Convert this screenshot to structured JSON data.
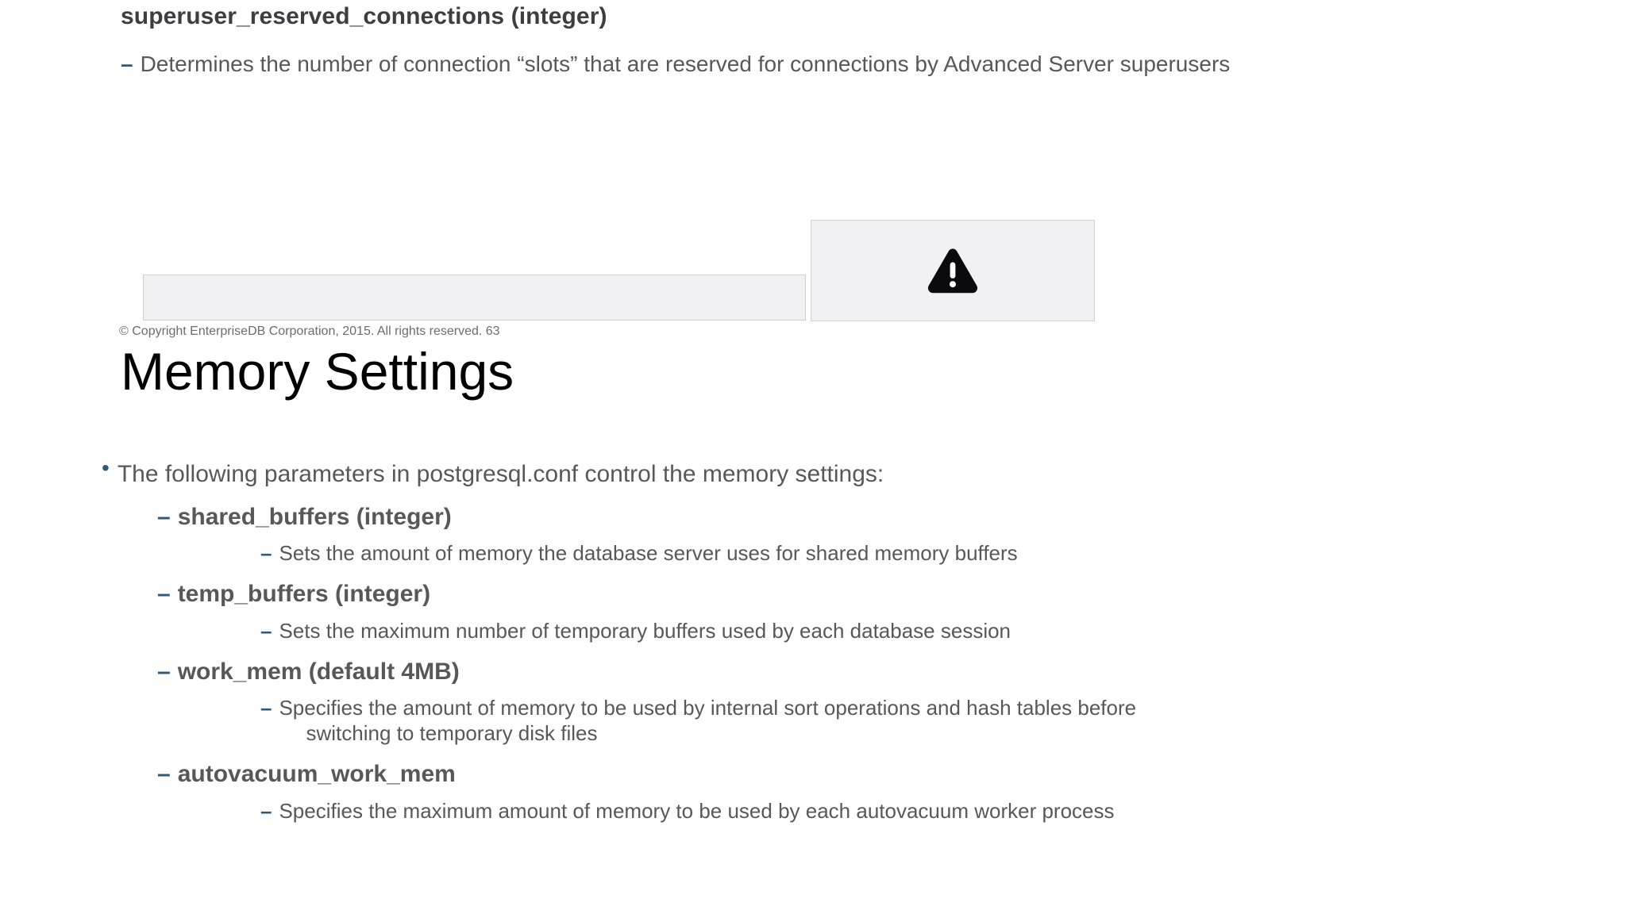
{
  "slide_top": {
    "param_title": "superuser_reserved_connections (integer)",
    "param_desc": "Determines the number of connection “slots” that are reserved for connections by  Advanced Server superusers",
    "dash_bullet": "–",
    "warning_icon": "warning-triangle-icon",
    "footer": "© Copyright EnterpriseDB Corporation, 2015. All rights reserved. 63",
    "placeholder_wide_label": "",
    "placeholder_square_label": ""
  },
  "slide_bottom": {
    "title": "Memory Settings",
    "bullet_dot": "•",
    "dash_bullet": "–",
    "intro": "The following parameters in postgresql.conf control the memory settings:",
    "parameters": [
      {
        "name": "shared_buffers (integer)",
        "description": "Sets the amount of memory the database server uses for shared memory buffers",
        "description_cont": ""
      },
      {
        "name": "temp_buffers (integer)",
        "description": "Sets the maximum number of temporary buffers used by each database session",
        "description_cont": ""
      },
      {
        "name": "work_mem (default 4MB)",
        "description": "Specifies the amount of memory to be used by internal sort operations and hash tables before",
        "description_cont": "switching to temporary disk files"
      },
      {
        "name": "autovacuum_work_mem",
        "description": "Specifies the maximum amount of memory to be used by each autovacuum worker process",
        "description_cont": ""
      }
    ]
  },
  "colors": {
    "accent_blue": "#31597a",
    "body_gray": "#58585b",
    "heading_dark": "#3e3e41",
    "placeholder_fill": "#f1f1f3",
    "placeholder_border": "#cfcfd4",
    "page_bg": "#ffffff"
  }
}
